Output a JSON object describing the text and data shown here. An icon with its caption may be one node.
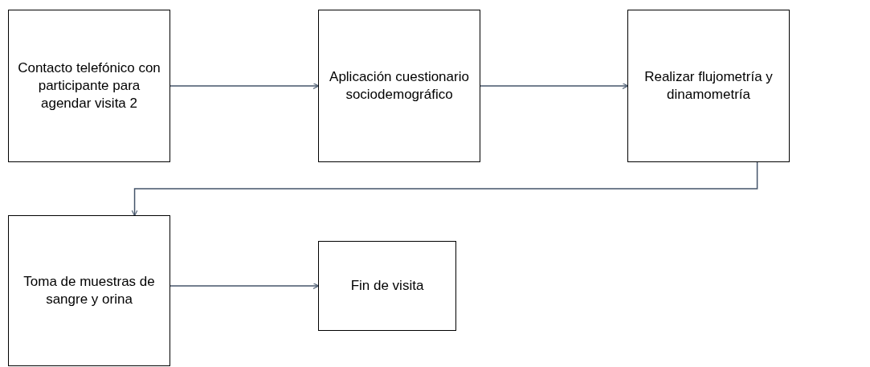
{
  "diagram": {
    "nodes": [
      {
        "text": [
          "Contacto telefónico con participante para agendar visita 2"
        ]
      },
      {
        "text": [
          "Aplicación cuestionario sociodemográfico"
        ]
      },
      {
        "text": [
          "Realizar flujometría y dinamometría"
        ]
      },
      {
        "text": [
          "Toma de muestras de sangre y orina"
        ]
      },
      {
        "text": [
          "Fin de visita"
        ]
      }
    ],
    "edges": [
      {
        "from": 0,
        "to": 1,
        "arrow": "to"
      },
      {
        "from": 1,
        "to": 2,
        "arrow": "to"
      },
      {
        "from": 2,
        "to": 3,
        "arrow": "to"
      },
      {
        "from": 3,
        "to": 4,
        "arrow": "to"
      }
    ]
  }
}
